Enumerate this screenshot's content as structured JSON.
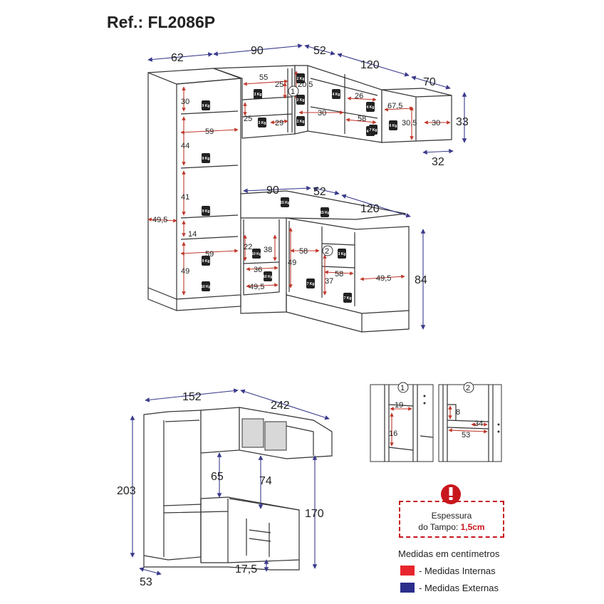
{
  "title": "Ref.: FL2086P",
  "colors": {
    "internal": "#e8252c",
    "external": "#2b2f8c",
    "warning": "#c8161d"
  },
  "upper_view": {
    "external_dims": [
      "62",
      "90",
      "52",
      "120",
      "70",
      "33",
      "32",
      "90",
      "52",
      "120",
      "84"
    ],
    "internal_dims": [
      "30",
      "59",
      "44",
      "41",
      "49,5",
      "14",
      "59",
      "49",
      "55",
      "25",
      "25",
      "29",
      "20,5",
      "26",
      "30",
      "58",
      "67,5",
      "30,5",
      "30",
      "22",
      "38",
      "36",
      "49,5",
      "58",
      "58",
      "49",
      "37",
      "49,5"
    ],
    "callouts": [
      "1",
      "2"
    ],
    "weights": [
      "9 Kg",
      "9 Kg",
      "9 Kg",
      "9 Kg",
      "10 Kg",
      "3 Kg",
      "3 Kg",
      "2 Kg",
      "2 Kg",
      "2 Kg",
      "4 Kg",
      "4 Kg",
      "4 Kg",
      "6 Kg",
      "15 Kg",
      "15 Kg",
      "10 Kg",
      "10 Kg",
      "3 Kg",
      "7 Kg",
      "7 Kg",
      "7 Kg"
    ]
  },
  "lower_view": {
    "external_dims": [
      "152",
      "242",
      "203",
      "65",
      "74",
      "170",
      "53",
      "17,5"
    ]
  },
  "detail_1": {
    "label": "1",
    "dims": [
      "19",
      "16"
    ]
  },
  "detail_2": {
    "label": "2",
    "dims": [
      "8",
      "34",
      "53"
    ]
  },
  "warning": {
    "icon": "exclamation-icon",
    "line1": "Espessura",
    "line2_prefix": "do Tampo:",
    "value": "1,5cm"
  },
  "units_note": "Medidas em centímetros",
  "legend": [
    {
      "label": "- Medidas Internas",
      "color": "#e8252c"
    },
    {
      "label": "- Medidas Externas",
      "color": "#2b2f8c"
    }
  ]
}
